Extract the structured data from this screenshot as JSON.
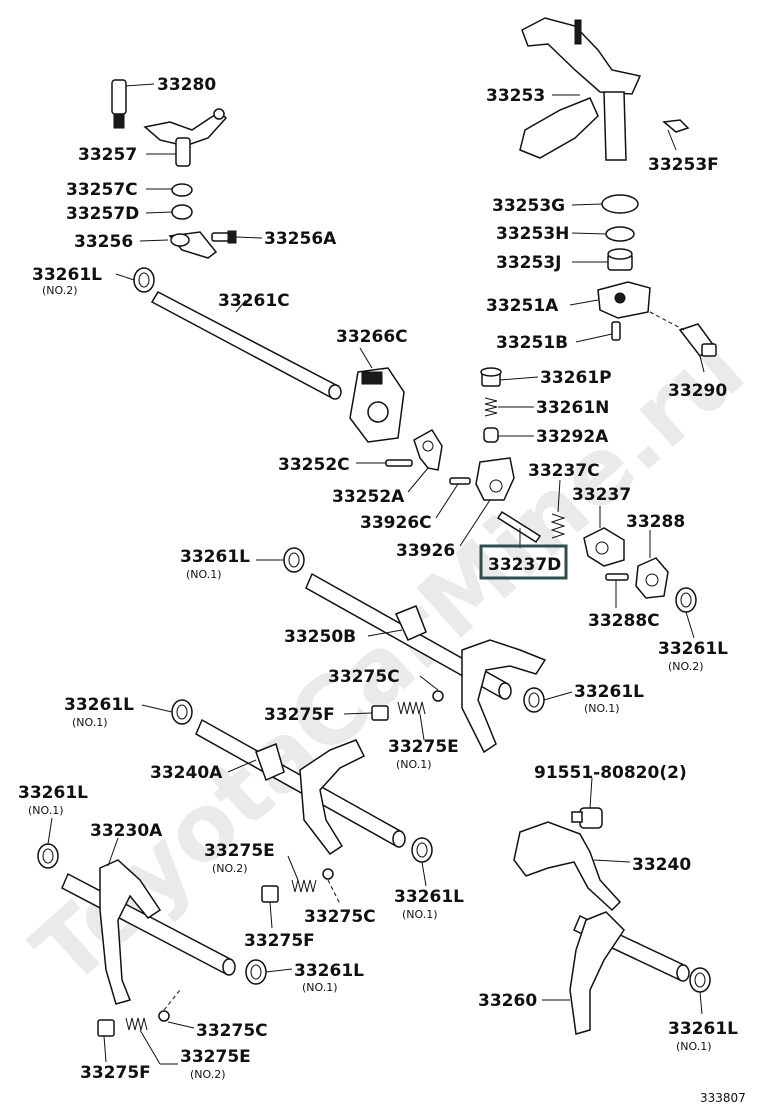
{
  "diagram": {
    "highlighted_part": "33237D",
    "highlight_color": "#2f4f4f",
    "figure_number": "333807",
    "watermark": "ToyotaCarMine.ru",
    "labels": {
      "p33280": "33280",
      "p33257": "33257",
      "p33257C": "33257C",
      "p33257D": "33257D",
      "p33256": "33256",
      "p33256A": "33256A",
      "p33261L_a": "33261L",
      "p33261L_a_sub": "(NO.2)",
      "p33261C": "33261C",
      "p33266C": "33266C",
      "p33253": "33253",
      "p33253F": "33253F",
      "p33253G": "33253G",
      "p33253H": "33253H",
      "p33253J": "33253J",
      "p33251A": "33251A",
      "p33251B": "33251B",
      "p33290": "33290",
      "p33261P": "33261P",
      "p33261N": "33261N",
      "p33292A": "33292A",
      "p33252C": "33252C",
      "p33252A": "33252A",
      "p33926C": "33926C",
      "p33926": "33926",
      "p33237C": "33237C",
      "p33237": "33237",
      "p33237D": "33237D",
      "p33288": "33288",
      "p33288C": "33288C",
      "p33261L_b": "33261L",
      "p33261L_b_sub": "(NO.1)",
      "p33250B": "33250B",
      "p33261L_c": "33261L",
      "p33261L_c_sub": "(NO.2)",
      "p33275C_a": "33275C",
      "p33261L_d": "33261L",
      "p33261L_d_sub": "(NO.1)",
      "p33261L_e": "33261L",
      "p33261L_e_sub": "(NO.1)",
      "p33275F_a": "33275F",
      "p33275E_a": "33275E",
      "p33275E_a_sub": "(NO.1)",
      "p33240A": "33240A",
      "p91551": "91551-80820(2)",
      "p33261L_f": "33261L",
      "p33261L_f_sub": "(NO.1)",
      "p33230A": "33230A",
      "p33275E_b": "33275E",
      "p33275E_b_sub": "(NO.2)",
      "p33240": "33240",
      "p33261L_g": "33261L",
      "p33261L_g_sub": "(NO.1)",
      "p33275C_b": "33275C",
      "p33275F_b": "33275F",
      "p33261L_h": "33261L",
      "p33261L_h_sub": "(NO.1)",
      "p33260": "33260",
      "p33275C_c": "33275C",
      "p33275E_c": "33275E",
      "p33275E_c_sub": "(NO.2)",
      "p33275F_c": "33275F",
      "p33261L_i": "33261L",
      "p33261L_i_sub": "(NO.1)"
    }
  }
}
